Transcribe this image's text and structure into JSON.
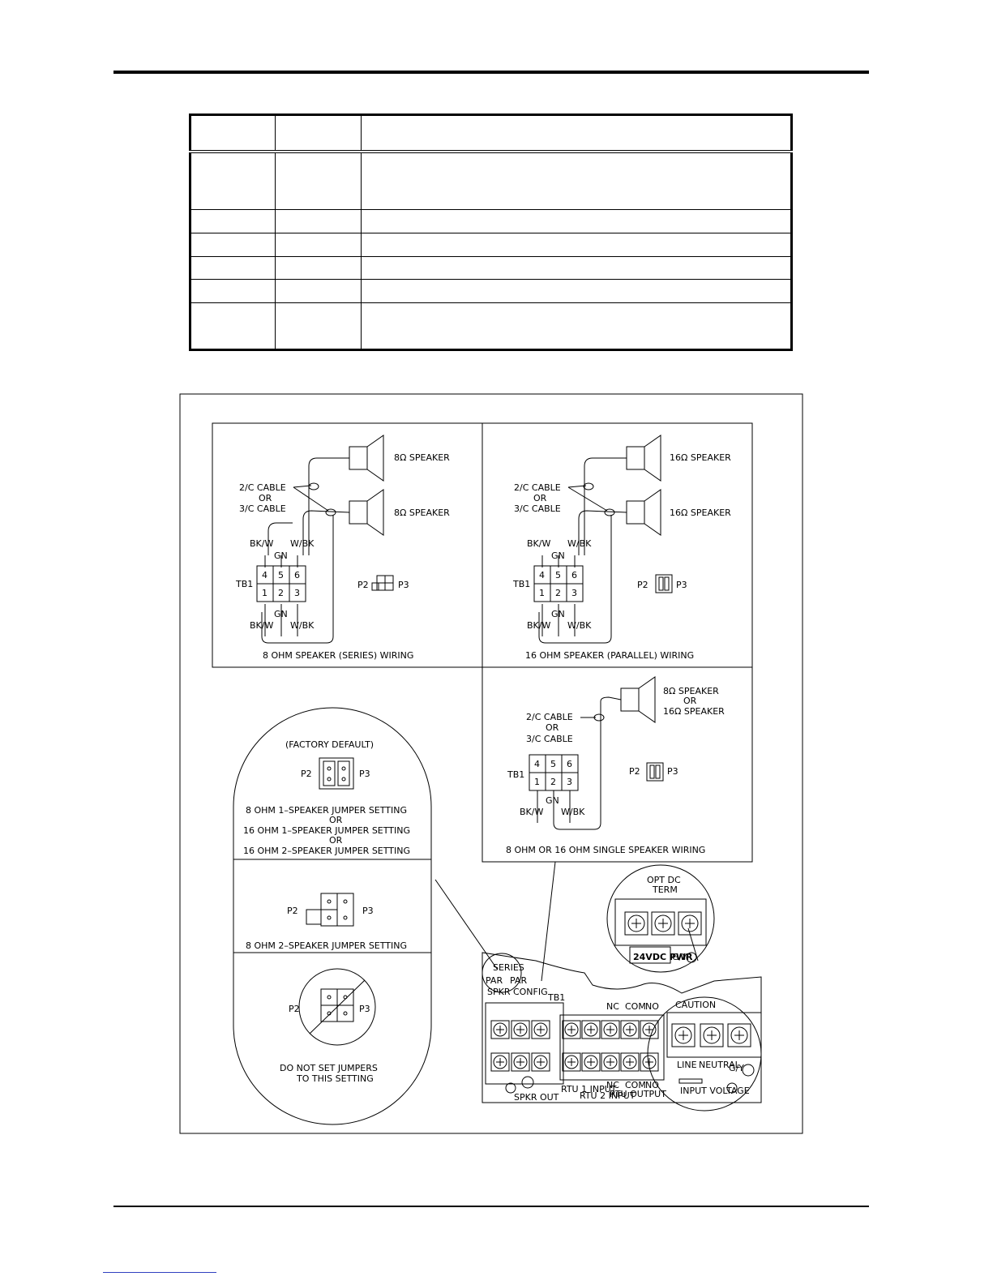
{
  "table": {
    "rows": 6
  },
  "diagram": {
    "series": {
      "speaker_label": "8Ω SPEAKER",
      "cable_top": "2/C CABLE",
      "cable_or": "OR",
      "cable_bottom": "3/C CABLE",
      "wire_bkw": "BK/W",
      "wire_wbk": "W/BK",
      "wire_gn": "GN",
      "tb1": "TB1",
      "p2": "P2",
      "p3": "P3",
      "caption": "8 OHM SPEAKER (SERIES) WIRING"
    },
    "parallel": {
      "speaker_label": "16Ω SPEAKER",
      "caption": "16 OHM SPEAKER (PARALLEL) WIRING"
    },
    "single": {
      "speaker_line1": "8Ω SPEAKER",
      "speaker_line2": "OR",
      "speaker_line3": "16Ω SPEAKER",
      "caption": "8 OHM OR 16 OHM SINGLE SPEAKER WIRING"
    },
    "jumpers": {
      "factory_default": "(FACTORY DEFAULT)",
      "setting1_line1": "8 OHM 1–SPEAKER JUMPER SETTING",
      "or": "OR",
      "setting1_line2": "16 OHM 1–SPEAKER JUMPER SETTING",
      "setting1_line3": "16 OHM 2–SPEAKER JUMPER SETTING",
      "setting2": "8 OHM 2–SPEAKER JUMPER SETTING",
      "warning_line1": "DO NOT SET JUMPERS",
      "warning_line2": "TO THIS SETTING"
    },
    "board": {
      "opt_dc_line1": "OPT DC",
      "opt_dc_line2": "TERM",
      "pwr_label": "24VDC PWR",
      "gy": "G/Y",
      "caution": "CAUTION",
      "line": "LINE",
      "neutral": "NEUTRAL",
      "input_voltage": "INPUT VOLTAGE",
      "spkr_out": "SPKR OUT",
      "rtu1_input": "RTU 1 INPUT",
      "rtu2_input": "RTU 2 INPUT",
      "rtu_output": "RTU OUTPUT",
      "nc": "NC",
      "com": "COM",
      "no": "NO",
      "series_lbl": "SERIES",
      "par_lbl": "PAR",
      "spkr_config": "SPKR CONFIG",
      "tb1": "TB1"
    }
  }
}
